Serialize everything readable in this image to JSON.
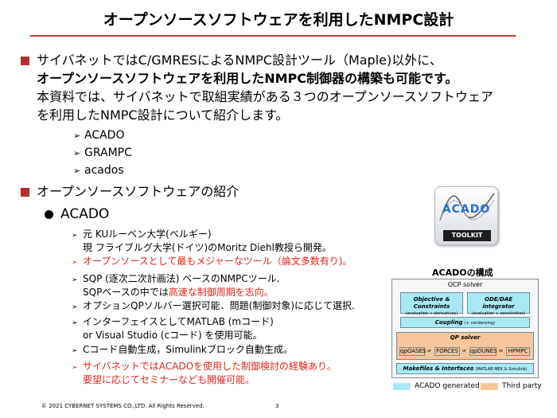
{
  "title": "オープンソースソフトウェアを利用したNMPC設計",
  "intro": {
    "line1": "サイバネットではC/GMRESによるNMPC設計ツール（Maple)以外に、",
    "line2": "オープンソースソフトウェアを利用したNMPC制御器の構築も可能です。",
    "line3": "本資料では、サイバネットで取組実績がある３つのオープンソースソフトウェア",
    "line4": "を利用したNMPC設計について紹介します。"
  },
  "tools": [
    "ACADO",
    "GRAMPC",
    "acados"
  ],
  "section2": "オープンソースソフトウェアの紹介",
  "acado_heading": "ACADO",
  "items": [
    {
      "l1": "元 KUルーベン大学(ベルギー)",
      "l2": "現 フライブルグ大学(ドイツ)のMoritz Diehl教授ら開発。"
    },
    {
      "l1": "オープンソースとして最もメジャーなツール（論文多数有り)。"
    },
    {
      "l1": "SQP (逐次二次計画法) ベースのNMPCツール.",
      "l2a": "SQPベースの中では",
      "l2b": "高速な制御周期を志向。"
    },
    {
      "l1": "オプションQPソルバー選択可能．問題(制御対象)に応じて選択."
    },
    {
      "l1": "インターフェイスとしてMATLAB (mコード)",
      "l2": "or Visual Studio (cコード) を使用可能。"
    },
    {
      "l1": "Cコード自動生成，Simulinkブロック自動生成。"
    },
    {
      "l1": "サイバネットではACADOを使用した制御検討の経験あり。",
      "l2": "要望に応じてセミナーなども開催可能。"
    }
  ],
  "logo": {
    "word": "ACADO",
    "toolkit": "TOOLKIT"
  },
  "structure": {
    "title": "ACADOの構成",
    "ocp": "OCP solver",
    "objective": "Objective & Constraints",
    "objective_sub": "(evaluation + derivatives)",
    "ode": "ODE/DAE integrator",
    "ode_sub": "(evaluation + sensitivities)",
    "coupling": "Coupling",
    "coupling_sub": "(+ condensing)",
    "qp": "QP solver",
    "solvers": [
      "qpOASES",
      "FORCES",
      "qpDUNES",
      "HPMPC"
    ],
    "or": "or",
    "makefiles": "Makefiles & Interfaces",
    "makefiles_sub": "(MATLAB MEX & Simulink)"
  },
  "legend": {
    "generated": "ACADO generated",
    "third": "Third party"
  },
  "colors": {
    "accent": "#c0392b",
    "red_text": "#e0261b",
    "cyan": "#a9e9f5",
    "orange": "#f8c69a"
  },
  "footer": "© 2021 CYBERNET SYSTEMS CO.,LTD. All Rights Reserved.",
  "page": "3"
}
